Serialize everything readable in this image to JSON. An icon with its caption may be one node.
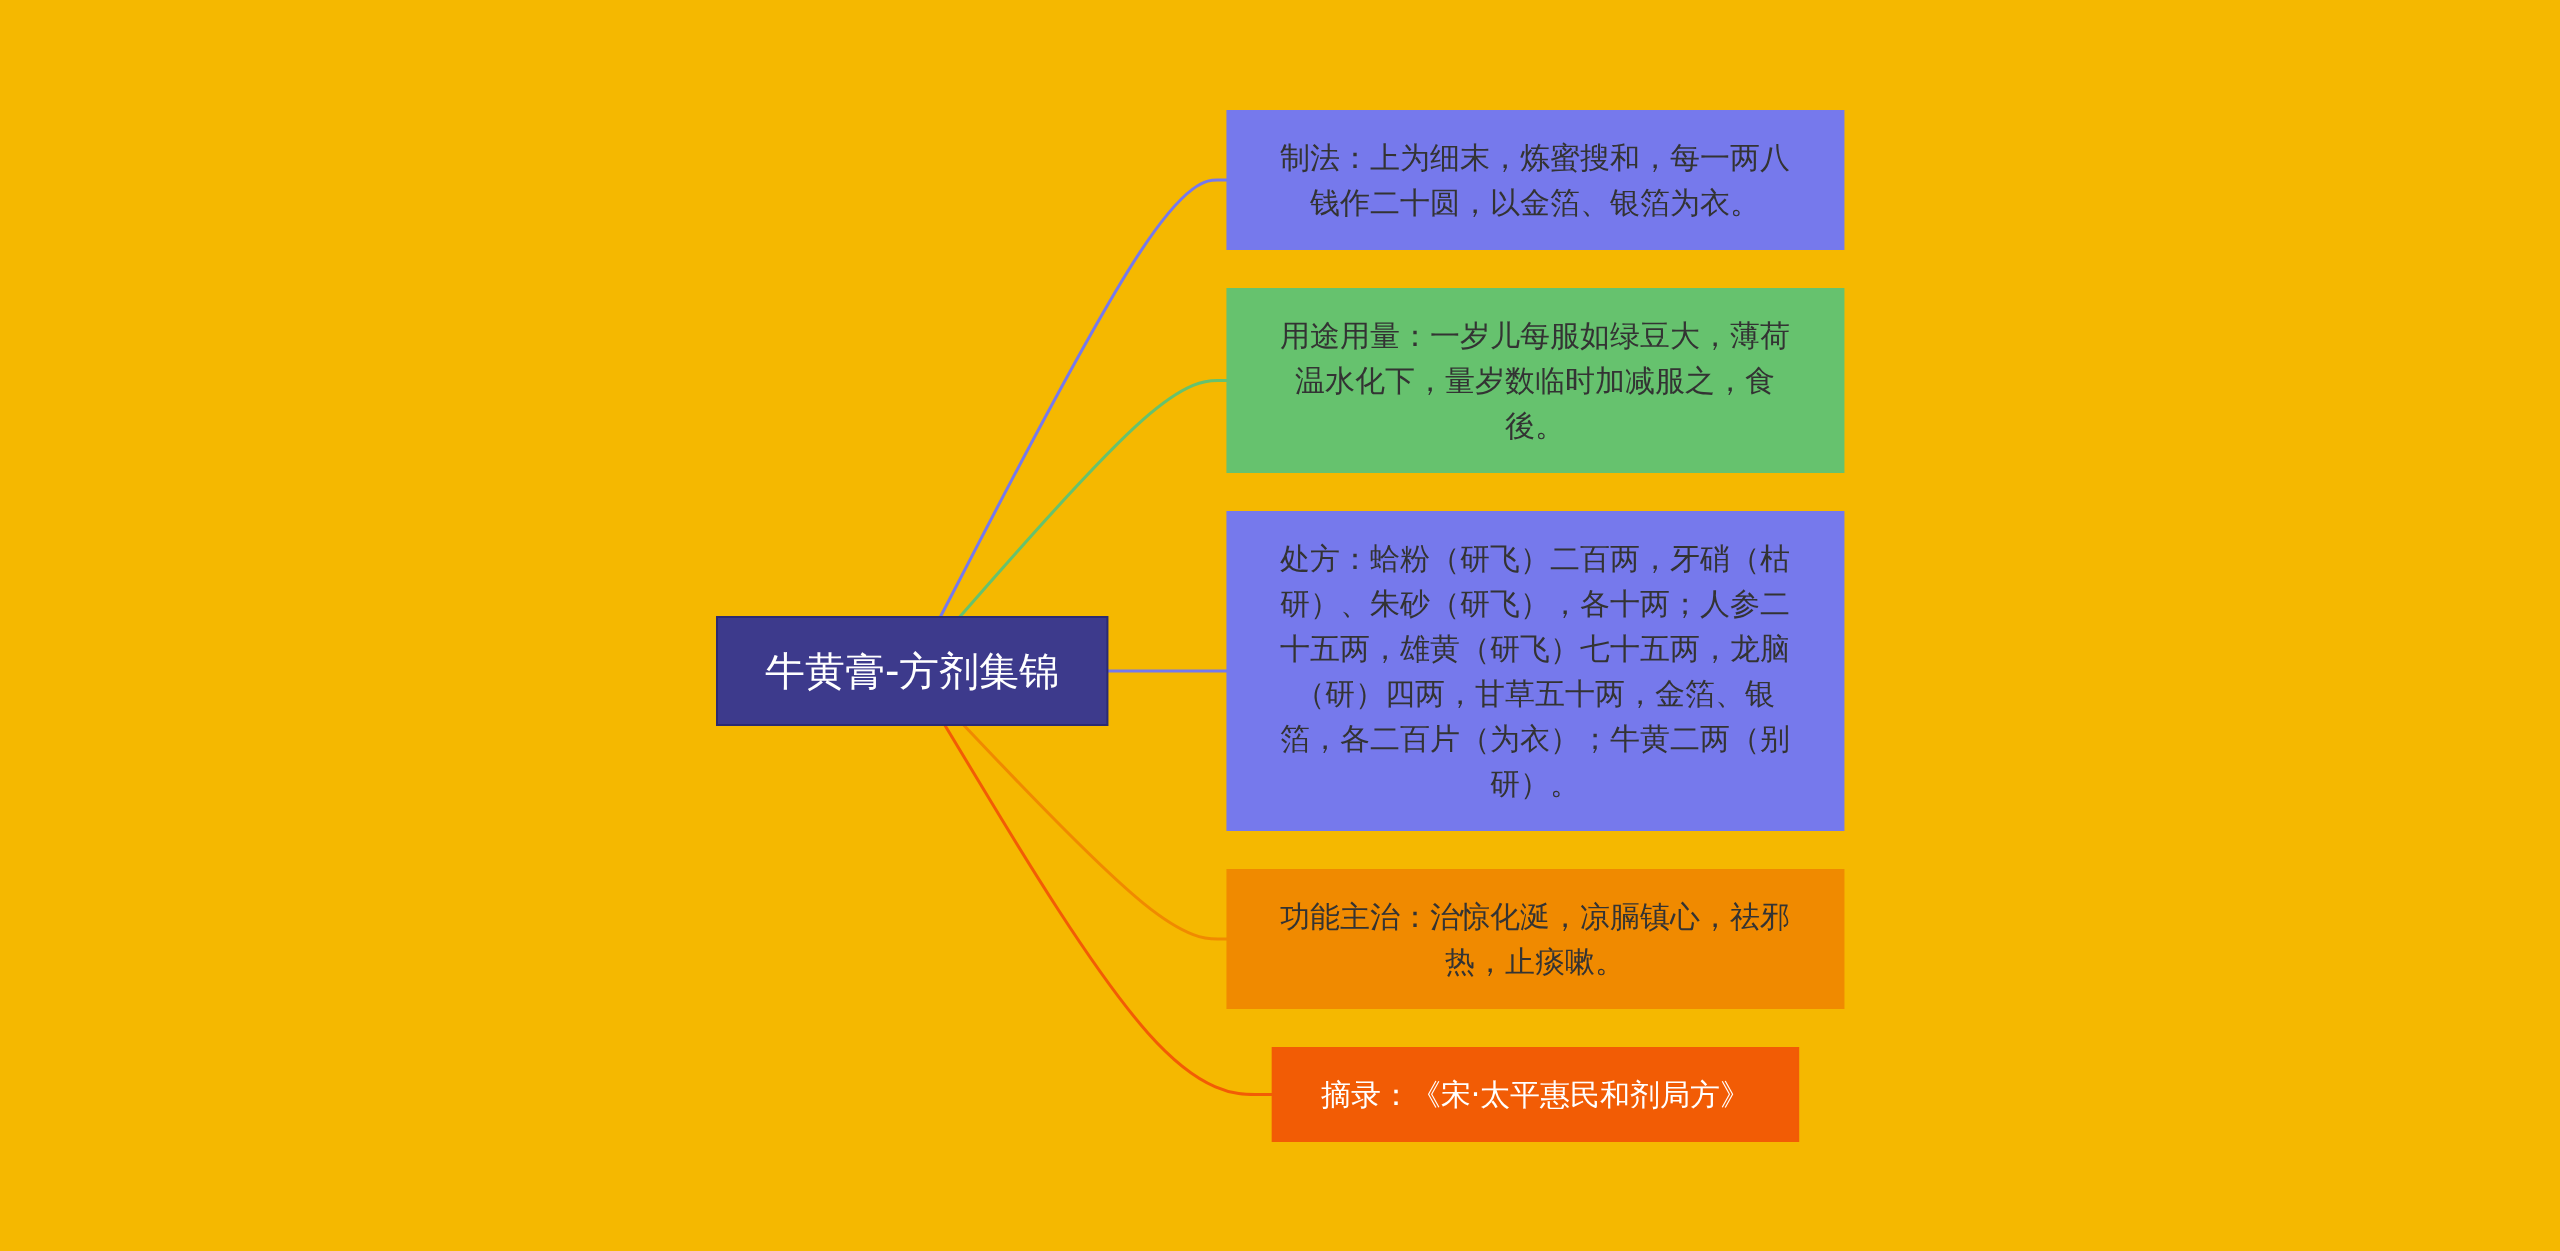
{
  "diagram": {
    "nodes": [
      {
        "text": [
          "牛黄膏-方剂集锦"
        ]
      },
      {
        "text": [
          "制法：上为细末，炼蜜搜和，每一两八钱作二十圆，以金箔、银箔为衣。"
        ]
      },
      {
        "text": [
          "用途用量：一岁儿每服如绿豆大，薄荷温水化下，量岁数临时加减服之，食後。"
        ]
      },
      {
        "text": [
          "处方：蛤粉（研飞）二百两，牙硝（枯研）、朱砂（研飞），各十两；人参二十五两，雄黄（研飞）七十五两，龙脑（研）四两，甘草五十两，金箔、银箔，各二百片（为衣）；牛黄二两（别研）。"
        ]
      },
      {
        "text": [
          "功能主治：治惊化涎，凉膈镇心，祛邪热，止痰嗽。"
        ]
      },
      {
        "text": [
          "摘录：《宋·太平惠民和剂局方》"
        ]
      }
    ],
    "edges": [
      {
        "from": 0,
        "to": 1,
        "arrow": "none",
        "color": "#7679ec"
      },
      {
        "from": 0,
        "to": 2,
        "arrow": "none",
        "color": "#66c26e"
      },
      {
        "from": 0,
        "to": 3,
        "arrow": "none",
        "color": "#7679ec"
      },
      {
        "from": 0,
        "to": 4,
        "arrow": "none",
        "color": "#f08a00"
      },
      {
        "from": 0,
        "to": 5,
        "arrow": "none",
        "color": "#f25c05"
      }
    ]
  }
}
